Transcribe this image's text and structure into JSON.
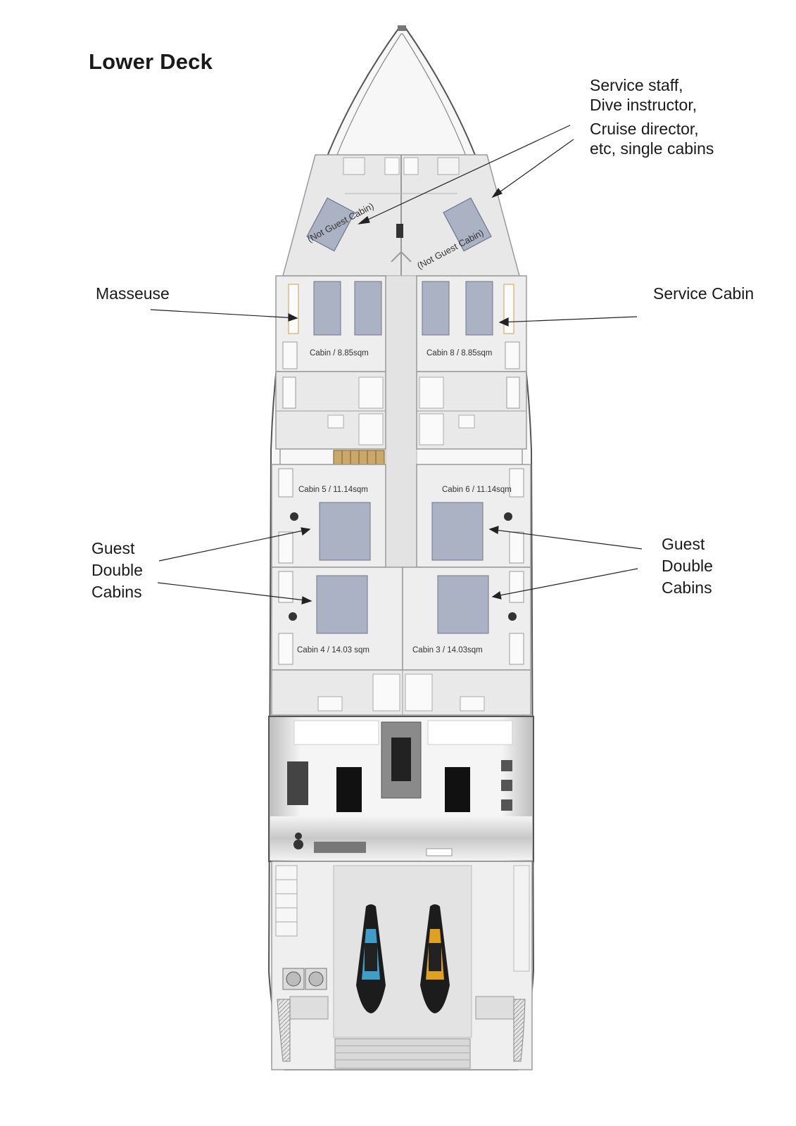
{
  "title": "Lower Deck",
  "annotations": {
    "staff": [
      "Service staff,",
      "Dive instructor,",
      "Cruise director,",
      "etc, single cabins"
    ],
    "masseuse": "Masseuse",
    "service_cabin": "Service Cabin",
    "guest_left": [
      "Guest",
      "Double",
      "Cabins"
    ],
    "guest_right": [
      "Guest",
      "Double",
      "Cabins"
    ]
  },
  "cabins": {
    "cabin7": "Cabin / 8.85sqm",
    "cabin8": "Cabin 8 / 8.85sqm",
    "cabin5": "Cabin 5 / 11.14sqm",
    "cabin6": "Cabin 6 / 11.14sqm",
    "cabin4": "Cabin 4 / 14.03 sqm",
    "cabin3": "Cabin 3 / 14.03sqm"
  },
  "not_guest_label": "(Not Guest Cabin)",
  "colors": {
    "hull_line": "#555555",
    "floor": "#e9e9e9",
    "wall": "#9a9a9a",
    "bed": "#aab2c4",
    "jetski_left_accent": "#3f9ec8",
    "jetski_right_accent": "#e0a020",
    "stair_wood": "#c9a86a"
  }
}
